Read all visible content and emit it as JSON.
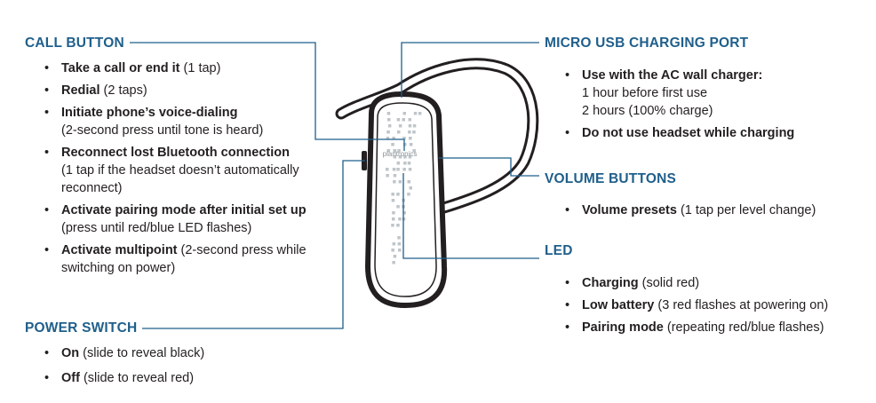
{
  "call_button": {
    "heading": "CALL BUTTON",
    "items": [
      {
        "bold": "Take a call or end it",
        "rest": " (1 tap)",
        "sub": ""
      },
      {
        "bold": "Redial",
        "rest": " (2 taps)",
        "sub": ""
      },
      {
        "bold": "Initiate phone’s voice-dialing",
        "rest": "",
        "sub": "(2-second press until tone is heard)"
      },
      {
        "bold": "Reconnect lost Bluetooth connection",
        "rest": "",
        "sub": "(1 tap if the headset doesn’t automatically reconnect)"
      },
      {
        "bold": "Activate pairing mode after initial set up",
        "rest": "",
        "sub": "(press until red/blue LED flashes)"
      },
      {
        "bold": "Activate multipoint",
        "rest": " (2-second press while switching on power)",
        "sub": ""
      }
    ]
  },
  "power_switch": {
    "heading": "POWER SWITCH",
    "items": [
      {
        "bold": "On",
        "rest": " (slide to reveal black)",
        "sub": ""
      },
      {
        "bold": "Off",
        "rest": " (slide to reveal red)",
        "sub": ""
      }
    ]
  },
  "micro_usb": {
    "heading": "MICRO USB CHARGING PORT",
    "items": [
      {
        "bold": "Use with the AC wall charger:",
        "rest": "",
        "sub": "1 hour before first use",
        "sub2": "2 hours (100% charge)"
      },
      {
        "bold": "Do not use headset while charging",
        "rest": "",
        "sub": ""
      }
    ]
  },
  "volume_buttons": {
    "heading": "VOLUME BUTTONS",
    "items": [
      {
        "bold": "Volume presets",
        "rest": " (1 tap per level change)",
        "sub": ""
      }
    ]
  },
  "led": {
    "heading": "LED",
    "items": [
      {
        "bold": "Charging",
        "rest": " (solid red)",
        "sub": ""
      },
      {
        "bold": "Low battery",
        "rest": " (3 red flashes at powering on)",
        "sub": ""
      },
      {
        "bold": "Pairing mode",
        "rest": " (repeating red/blue flashes)",
        "sub": ""
      }
    ]
  },
  "device": {
    "brand": "plantronics"
  },
  "colors": {
    "heading": "#1f5f8b",
    "callout_line": "#1f5f8b",
    "text": "#231f20"
  }
}
